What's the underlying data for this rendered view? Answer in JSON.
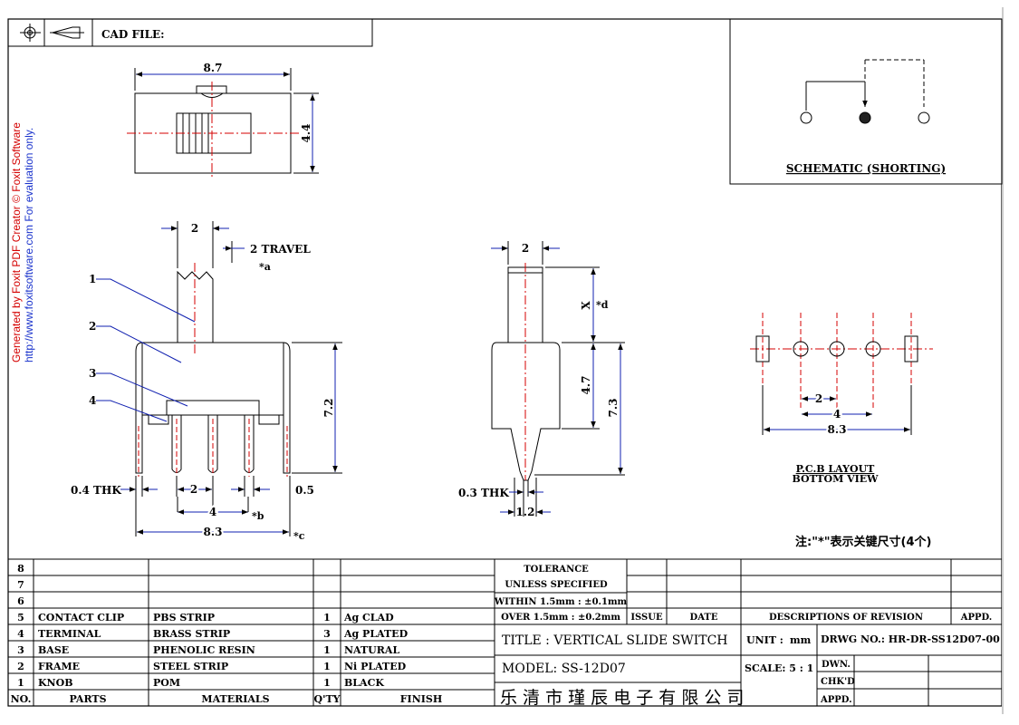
{
  "colors": {
    "line": "#000000",
    "center": "#d40000",
    "leader": "#1020b0",
    "watermark": "#d40000",
    "watermark2": "#1a33cc",
    "dashed": "#000000"
  },
  "header": {
    "cad_file": "CAD FILE:"
  },
  "watermark": {
    "line1": "Generated by Foxit PDF Creator © Foxit Software",
    "line2": "http://www.foxitsoftware.com   For evaluation only."
  },
  "top_view": {
    "dim_length": "8.7",
    "dim_height": "4.4"
  },
  "front_view": {
    "dim_knob": "2",
    "dim_travel": "2 TRAVEL",
    "note_a": "*a",
    "dim_height": "7.2",
    "dim_pin_pitch": "2",
    "dim_outer_pitch": "4",
    "note_b": "*b",
    "dim_width": "8.3",
    "note_c": "*c",
    "dim_thk": "0.4 THK",
    "dim_pin": "0.5",
    "callouts": [
      "1",
      "2",
      "3",
      "4"
    ]
  },
  "side_view": {
    "dim_knob": "2",
    "dim_x": "X",
    "note_d": "*d",
    "dim_47": "4.7",
    "dim_73": "7.3",
    "dim_thk": "0.3 THK",
    "dim_12": "1.2"
  },
  "schematic": {
    "label": "SCHEMATIC (SHORTING)"
  },
  "pcb": {
    "dim_2": "2",
    "dim_4": "4",
    "dim_83": "8.3",
    "label1": "P.C.B LAYOUT",
    "label2": "BOTTOM VIEW"
  },
  "note": "注:\"*\"表示关键尺寸(4个)",
  "bom": {
    "rows": [
      {
        "no": "8",
        "part": "",
        "material": "",
        "qty": "",
        "finish": ""
      },
      {
        "no": "7",
        "part": "",
        "material": "",
        "qty": "",
        "finish": ""
      },
      {
        "no": "6",
        "part": "",
        "material": "",
        "qty": "",
        "finish": ""
      },
      {
        "no": "5",
        "part": "CONTACT CLIP",
        "material": "PBS STRIP",
        "qty": "1",
        "finish": "Ag CLAD"
      },
      {
        "no": "4",
        "part": "TERMINAL",
        "material": "BRASS STRIP",
        "qty": "3",
        "finish": "Ag PLATED"
      },
      {
        "no": "3",
        "part": "BASE",
        "material": "PHENOLIC RESIN",
        "qty": "1",
        "finish": "NATURAL"
      },
      {
        "no": "2",
        "part": "FRAME",
        "material": "STEEL STRIP",
        "qty": "1",
        "finish": "Ni PLATED"
      },
      {
        "no": "1",
        "part": "KNOB",
        "material": "POM",
        "qty": "1",
        "finish": "BLACK"
      }
    ],
    "headers": {
      "no": "NO.",
      "part": "PARTS",
      "material": "MATERIALS",
      "qty": "Q'TY",
      "finish": "FINISH"
    }
  },
  "tolerance": {
    "title": "TOLERANCE",
    "unless": "UNLESS  SPECIFIED",
    "within": "WITHIN 1.5mm : ±0.1mm",
    "over": "OVER  1.5mm : ±0.2mm"
  },
  "revision": {
    "issue": "ISSUE",
    "date": "DATE",
    "desc": "DESCRIPTIONS OF REVISION",
    "appd": "APPD."
  },
  "title_block": {
    "title": "TITLE :  VERTICAL SLIDE SWITCH",
    "unit_label": "UNIT :",
    "unit": "mm",
    "drwg": "DRWG NO.:  HR-DR-SS12D07-00",
    "model": "MODEL:  SS-12D07",
    "scale": "SCALE: 5 : 1",
    "dwn": "DWN.",
    "chkd": "CHK'D",
    "appd": "APPD.",
    "company": "乐 清 市 瑾 辰 电 子 有 限 公 司"
  }
}
